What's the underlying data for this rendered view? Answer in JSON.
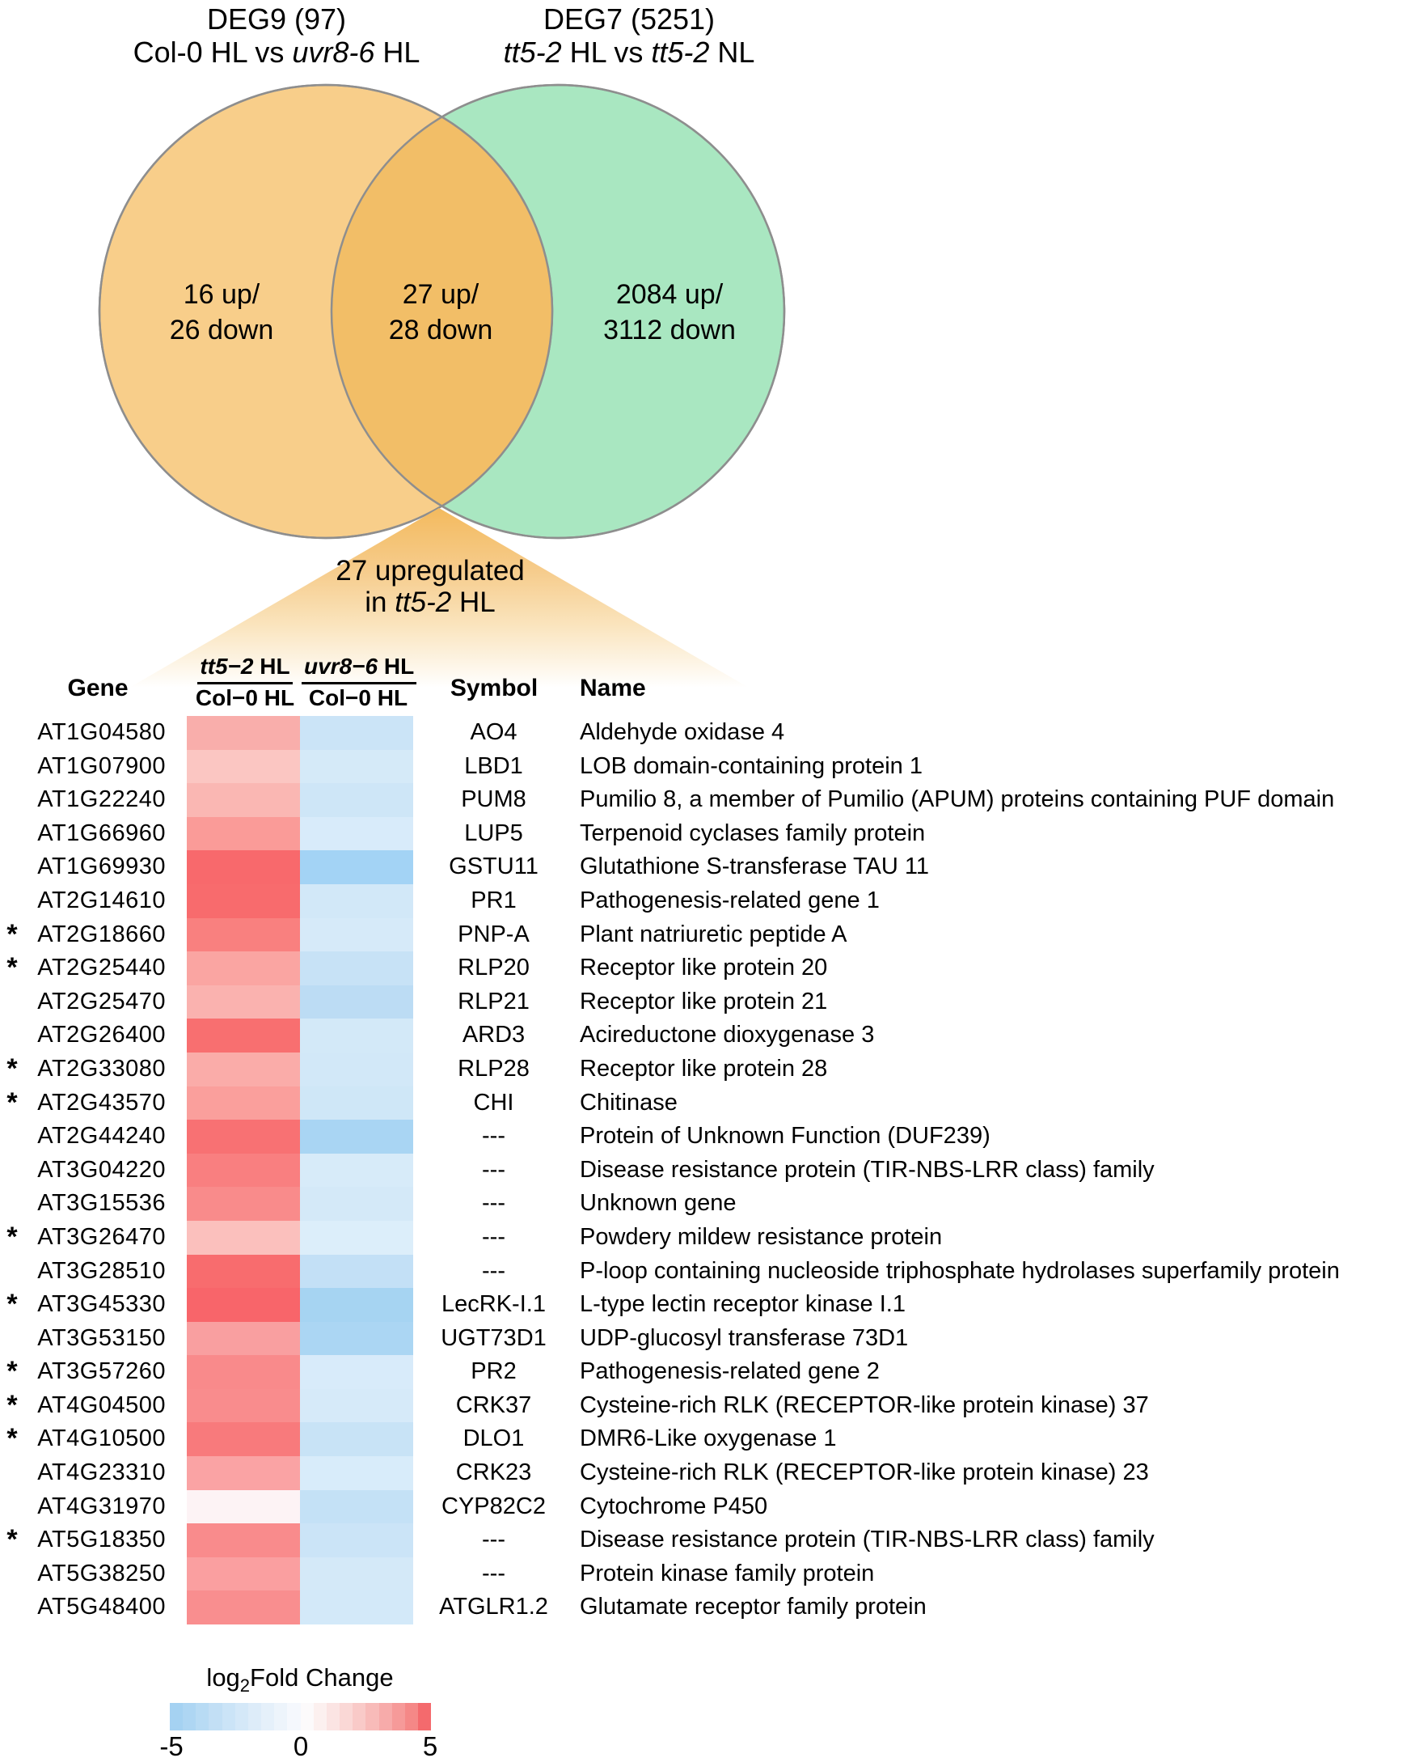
{
  "venn": {
    "left_title_line1": "DEG9 (97)",
    "left_title_line2_pre": "Col-0 HL vs ",
    "left_title_line2_italic": "uvr8-6",
    "left_title_line2_post": " HL",
    "right_title_line1": "DEG7 (5251)",
    "right_title_line2_italic1": "tt5-2",
    "right_title_line2_mid": " HL vs ",
    "right_title_line2_italic2": "tt5-2",
    "right_title_line2_post": " NL",
    "left_label_line1": "16 up/",
    "left_label_line2": "26 down",
    "overlap_label_line1": "27 up/",
    "overlap_label_line2": "28 down",
    "right_label_line1": "2084 up/",
    "right_label_line2": "3112 down",
    "left_fill": "#F8CE8A",
    "overlap_fill": "#F2BE67",
    "right_fill": "#A9E7C1",
    "stroke": "#8E8E8E"
  },
  "funnel": {
    "line1": "27 upregulated",
    "line2_pre": "in ",
    "line2_italic": "tt5-2",
    "line2_post": " HL",
    "gradient_top": "#F3BA5E",
    "gradient_mid": "#F6CC8C",
    "gradient_low": "#FAE4BD"
  },
  "table": {
    "header": {
      "gene": "Gene",
      "symbol": "Symbol",
      "name": "Name",
      "ratio1_num_italic": "tt5−2",
      "ratio1_num_post": " HL",
      "ratio1_den": "Col−0 HL",
      "ratio2_num_italic": "uvr8−6",
      "ratio2_num_post": " HL",
      "ratio2_den": "Col−0 HL"
    },
    "star_glyph": "*",
    "rows": [
      {
        "star": false,
        "gene": "AT1G04580",
        "symbol": "AO4",
        "name": "Aldehyde oxidase 4",
        "c1": "#F9AEAB",
        "c2": "#CBE4F7"
      },
      {
        "star": false,
        "gene": "AT1G07900",
        "symbol": "LBD1",
        "name": "LOB domain-containing protein 1",
        "c1": "#FBC6C2",
        "c2": "#D5EAF8"
      },
      {
        "star": false,
        "gene": "AT1G22240",
        "symbol": "PUM8",
        "name": "Pumilio 8, a member of Pumilio (APUM) proteins containing PUF domain",
        "c1": "#FAB7B3",
        "c2": "#CEE6F7"
      },
      {
        "star": false,
        "gene": "AT1G66960",
        "symbol": "LUP5",
        "name": "Terpenoid cyclases family protein",
        "c1": "#FA9B98",
        "c2": "#D8EBFA"
      },
      {
        "star": false,
        "gene": "AT1G69930",
        "symbol": "GSTU11",
        "name": "Glutathione S-transferase TAU 11",
        "c1": "#F8696C",
        "c2": "#A3D3F5"
      },
      {
        "star": false,
        "gene": "AT2G14610",
        "symbol": "PR1",
        "name": "Pathogenesis-related gene 1",
        "c1": "#F86B6D",
        "c2": "#D2E8F8"
      },
      {
        "star": true,
        "gene": "AT2G18660",
        "symbol": "PNP-A",
        "name": "Plant natriuretic peptide A",
        "c1": "#F9807F",
        "c2": "#D6EAF9"
      },
      {
        "star": true,
        "gene": "AT2G25440",
        "symbol": "RLP20",
        "name": "Receptor like protein 20",
        "c1": "#FAA5A2",
        "c2": "#C7E2F6"
      },
      {
        "star": false,
        "gene": "AT2G25470",
        "symbol": "RLP21",
        "name": "Receptor like protein 21",
        "c1": "#FAB2AF",
        "c2": "#BCDCF4"
      },
      {
        "star": false,
        "gene": "AT2G26400",
        "symbol": "ARD3",
        "name": "Acireductone dioxygenase 3",
        "c1": "#F86F70",
        "c2": "#D3E9F8"
      },
      {
        "star": true,
        "gene": "AT2G33080",
        "symbol": "RLP28",
        "name": "Receptor like protein 28",
        "c1": "#FAACA9",
        "c2": "#D2E8F8"
      },
      {
        "star": true,
        "gene": "AT2G43570",
        "symbol": "CHI",
        "name": "Chitinase",
        "c1": "#FA9F9C",
        "c2": "#CFE7F7"
      },
      {
        "star": false,
        "gene": "AT2G44240",
        "symbol": "---",
        "name": "Protein of Unknown Function (DUF239)",
        "c1": "#F87173",
        "c2": "#A9D5F3"
      },
      {
        "star": false,
        "gene": "AT3G04220",
        "symbol": "---",
        "name": "Disease resistance protein (TIR-NBS-LRR class) family",
        "c1": "#F97F80",
        "c2": "#D7EBF9"
      },
      {
        "star": false,
        "gene": "AT3G15536",
        "symbol": "---",
        "name": "Unknown gene",
        "c1": "#F98B8B",
        "c2": "#D4E9F8"
      },
      {
        "star": true,
        "gene": "AT3G26470",
        "symbol": "---",
        "name": "Powdery mildew resistance protein",
        "c1": "#FBC0BD",
        "c2": "#DCEEFA"
      },
      {
        "star": false,
        "gene": "AT3G28510",
        "symbol": "---",
        "name": "P-loop containing nucleoside triphosphate hydrolases superfamily protein",
        "c1": "#F86C6E",
        "c2": "#C3E0F6"
      },
      {
        "star": true,
        "gene": "AT3G45330",
        "symbol": "LecRK-I.1",
        "name": "L-type lectin receptor kinase I.1",
        "c1": "#F8656A",
        "c2": "#A6D4F2"
      },
      {
        "star": false,
        "gene": "AT3G53150",
        "symbol": "UGT73D1",
        "name": "UDP-glucosyl transferase 73D1",
        "c1": "#F99FA0",
        "c2": "#ABD6F3"
      },
      {
        "star": true,
        "gene": "AT3G57260",
        "symbol": "PR2",
        "name": "Pathogenesis-related gene 2",
        "c1": "#F98A8B",
        "c2": "#D8EBFA"
      },
      {
        "star": true,
        "gene": "AT4G04500",
        "symbol": "CRK37",
        "name": "Cysteine-rich RLK (RECEPTOR-like protein kinase) 37",
        "c1": "#F98C8D",
        "c2": "#D6EAF9"
      },
      {
        "star": true,
        "gene": "AT4G10500",
        "symbol": "DLO1",
        "name": "DMR6-Like oxygenase 1",
        "c1": "#F87A7C",
        "c2": "#C8E3F6"
      },
      {
        "star": false,
        "gene": "AT4G23310",
        "symbol": "CRK23",
        "name": "Cysteine-rich RLK (RECEPTOR-like protein kinase) 23",
        "c1": "#FAA3A4",
        "c2": "#D8ECFA"
      },
      {
        "star": false,
        "gene": "AT4G31970",
        "symbol": "CYP82C2",
        "name": "Cytochrome P450",
        "c1": "#FDF3F5",
        "c2": "#C4E1F6"
      },
      {
        "star": true,
        "gene": "AT5G18350",
        "symbol": "---",
        "name": "Disease resistance protein (TIR-NBS-LRR class) family",
        "c1": "#F98B8C",
        "c2": "#CBE4F7"
      },
      {
        "star": false,
        "gene": "AT5G38250",
        "symbol": "---",
        "name": "Protein kinase family protein",
        "c1": "#FA9FA0",
        "c2": "#D4E9F8"
      },
      {
        "star": false,
        "gene": "AT5G48400",
        "symbol": "ATGLR1.2",
        "name": "Glutamate receptor family protein",
        "c1": "#F98E8F",
        "c2": "#D3E9F9"
      }
    ]
  },
  "legend": {
    "title_pre": "log",
    "title_sub": "2",
    "title_post": "Fold Change",
    "ticks": [
      "-5",
      "0",
      "5"
    ],
    "colors": [
      "#A5D2F2",
      "#AED6F3",
      "#B8DBF4",
      "#C2DFF5",
      "#CBE4F7",
      "#D4E8F8",
      "#DDECF9",
      "#E5F0FA",
      "#EDF4FB",
      "#F5F8FD",
      "#FCFAFB",
      "#FCF0EF",
      "#FBE4E3",
      "#FAD8D6",
      "#F9CAC8",
      "#F8BBB9",
      "#F7ABAA",
      "#F69A99",
      "#F58887",
      "#F46A6D"
    ]
  },
  "chart_data": {
    "type": [
      "venn",
      "heatmap"
    ],
    "venn": {
      "sets": [
        {
          "name": "DEG9 (97)",
          "comparison": "Col-0 HL vs uvr8-6 HL",
          "unique_up": 16,
          "unique_down": 26
        },
        {
          "name": "DEG7 (5251)",
          "comparison": "tt5-2 HL vs tt5-2 NL",
          "unique_up": 2084,
          "unique_down": 3112
        }
      ],
      "intersection_up": 27,
      "intersection_down": 28,
      "callout": "27 upregulated in tt5-2 HL"
    },
    "heatmap": {
      "columns": [
        "tt5−2 HL / Col−0 HL",
        "uvr8−6 HL / Col−0 HL"
      ],
      "scale": {
        "label": "log2 Fold Change",
        "min": -5,
        "max": 5
      },
      "legend_position": "bottom",
      "rows": [
        {
          "gene": "AT1G04580",
          "significant": false,
          "values": [
            2.4,
            -1.5
          ]
        },
        {
          "gene": "AT1G07900",
          "significant": false,
          "values": [
            1.7,
            -1.2
          ]
        },
        {
          "gene": "AT1G22240",
          "significant": false,
          "values": [
            2.2,
            -1.4
          ]
        },
        {
          "gene": "AT1G66960",
          "significant": false,
          "values": [
            3.0,
            -1.1
          ]
        },
        {
          "gene": "AT1G69930",
          "significant": false,
          "values": [
            4.8,
            -2.9
          ]
        },
        {
          "gene": "AT2G14610",
          "significant": false,
          "values": [
            4.7,
            -1.3
          ]
        },
        {
          "gene": "AT2G18660",
          "significant": true,
          "values": [
            3.9,
            -1.2
          ]
        },
        {
          "gene": "AT2G25440",
          "significant": true,
          "values": [
            2.6,
            -1.6
          ]
        },
        {
          "gene": "AT2G25470",
          "significant": false,
          "values": [
            2.3,
            -2.0
          ]
        },
        {
          "gene": "AT2G26400",
          "significant": false,
          "values": [
            4.6,
            -1.3
          ]
        },
        {
          "gene": "AT2G33080",
          "significant": true,
          "values": [
            2.5,
            -1.3
          ]
        },
        {
          "gene": "AT2G43570",
          "significant": true,
          "values": [
            2.9,
            -1.4
          ]
        },
        {
          "gene": "AT2G44240",
          "significant": false,
          "values": [
            4.5,
            -2.7
          ]
        },
        {
          "gene": "AT3G04220",
          "significant": false,
          "values": [
            3.9,
            -1.1
          ]
        },
        {
          "gene": "AT3G15536",
          "significant": false,
          "values": [
            3.6,
            -1.3
          ]
        },
        {
          "gene": "AT3G26470",
          "significant": true,
          "values": [
            1.9,
            -1.0
          ]
        },
        {
          "gene": "AT3G28510",
          "significant": false,
          "values": [
            4.6,
            -1.8
          ]
        },
        {
          "gene": "AT3G45330",
          "significant": true,
          "values": [
            4.9,
            -2.8
          ]
        },
        {
          "gene": "AT3G53150",
          "significant": false,
          "values": [
            3.0,
            -2.6
          ]
        },
        {
          "gene": "AT3G57260",
          "significant": true,
          "values": [
            3.6,
            -1.1
          ]
        },
        {
          "gene": "AT4G04500",
          "significant": true,
          "values": [
            3.5,
            -1.2
          ]
        },
        {
          "gene": "AT4G10500",
          "significant": true,
          "values": [
            4.1,
            -1.6
          ]
        },
        {
          "gene": "AT4G23310",
          "significant": false,
          "values": [
            2.6,
            -1.1
          ]
        },
        {
          "gene": "AT4G31970",
          "significant": false,
          "values": [
            0.3,
            -1.8
          ]
        },
        {
          "gene": "AT5G18350",
          "significant": true,
          "values": [
            3.6,
            -1.5
          ]
        },
        {
          "gene": "AT5G38250",
          "significant": false,
          "values": [
            2.9,
            -1.3
          ]
        },
        {
          "gene": "AT5G48400",
          "significant": false,
          "values": [
            3.5,
            -1.3
          ]
        }
      ]
    }
  }
}
